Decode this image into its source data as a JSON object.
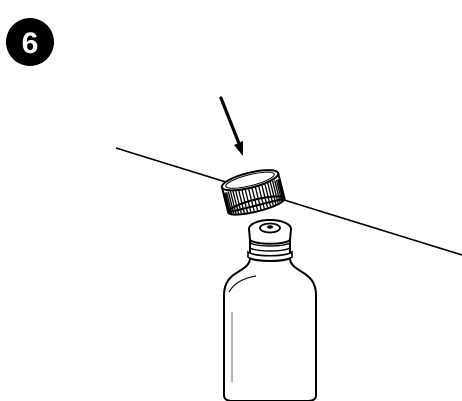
{
  "step": {
    "number": "6",
    "badge_color": "#000000",
    "badge_text_color": "#ffffff"
  },
  "illustration": {
    "elements": [
      "diagonal-line",
      "pointer-arrow",
      "bottle-cap",
      "bottle"
    ],
    "line_color": "#000000",
    "fill_color": "#ffffff"
  }
}
